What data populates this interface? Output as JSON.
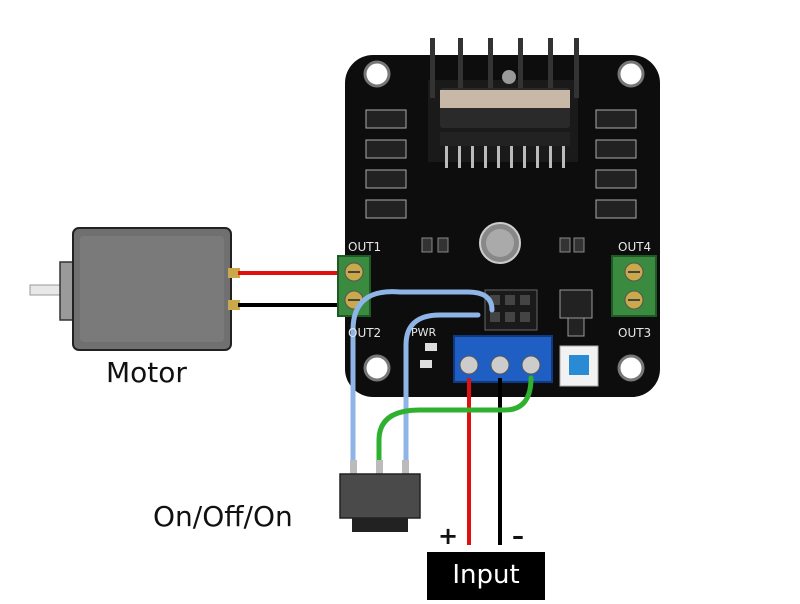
{
  "labels": {
    "motor": "Motor",
    "switch": "On/Off/On",
    "input": "Input",
    "plus": "+",
    "minus": "–"
  },
  "board": {
    "out1": "OUT1",
    "out2": "OUT2",
    "out3": "OUT3",
    "out4": "OUT4",
    "pwr": "PWR"
  },
  "colors": {
    "board": "#0d0d0d",
    "terminal_green": "#3a8a3f",
    "terminal_blue": "#1f5fc4",
    "wire_red": "#e01010",
    "wire_black": "#000000",
    "wire_blue": "#8fb4e6",
    "wire_green": "#2fb02f",
    "motor_body": "#707070"
  },
  "icons": [
    "dc-motor-icon",
    "toggle-switch-icon",
    "motor-driver-board-icon"
  ]
}
